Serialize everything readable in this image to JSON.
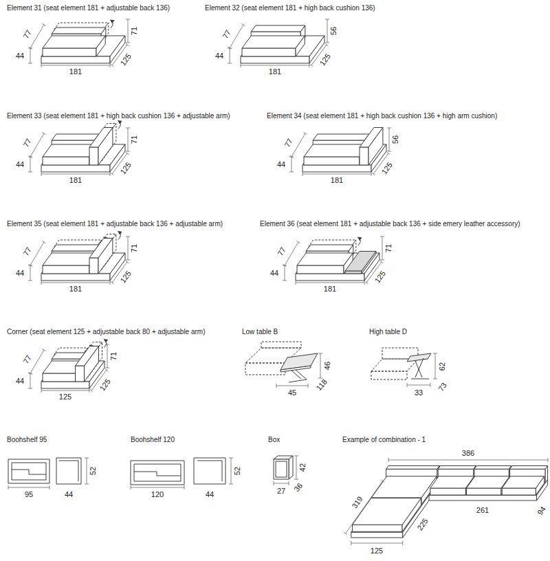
{
  "diagram": {
    "labels": [
      "Element 31 (seat element 181 + adjustable back 136)",
      "77",
      "71",
      "44",
      "181",
      "125",
      "Element 32 (seat element 181 + high back cushion 136)",
      "77",
      "56",
      "44",
      "181",
      "125",
      "Element 33 (seat element 181 + high back cushion 136 + adjustable arm)",
      "77",
      "71",
      "44",
      "181",
      "125",
      "Element 34 (seat element 181 + high back cushion 136 + high arm cushion)",
      "77",
      "56",
      "44",
      "181",
      "125",
      "Element 35 (seat element 181 + adjustable back 136 + adjustable arm)",
      "77",
      "71",
      "44",
      "181",
      "125",
      "Element 36 (seat element 181 + adjustable back 136 + side emery leather accessory)",
      "77",
      "71",
      "44",
      "181",
      "125",
      "Corner (seat element 125 + adjustable back 80 + adjustable arm)",
      "77",
      "71",
      "44",
      "125",
      "125",
      "Low table B",
      "46",
      "45",
      "118",
      "High table D",
      "62",
      "73",
      "33",
      "Boohshelf 95",
      "52",
      "95",
      "44",
      "Boohshelf 120",
      "52",
      "120",
      "44",
      "Box",
      "42",
      "27",
      "36",
      "Example of combination - 1",
      "386",
      "319",
      "94",
      "261",
      "225",
      "125"
    ]
  }
}
